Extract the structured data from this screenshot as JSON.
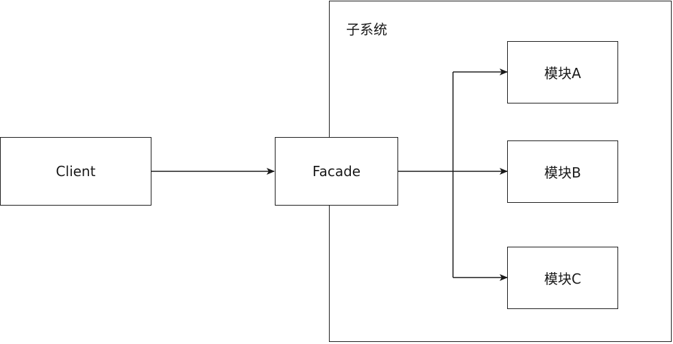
{
  "diagram": {
    "subsystem": {
      "label": "子系统"
    },
    "nodes": {
      "client": {
        "label": "Client"
      },
      "facade": {
        "label": "Facade"
      },
      "module_a": {
        "label": "模块A"
      },
      "module_b": {
        "label": "模块B"
      },
      "module_c": {
        "label": "模块C"
      }
    },
    "colors": {
      "stroke": "#1a1a1a",
      "background": "#ffffff"
    }
  }
}
